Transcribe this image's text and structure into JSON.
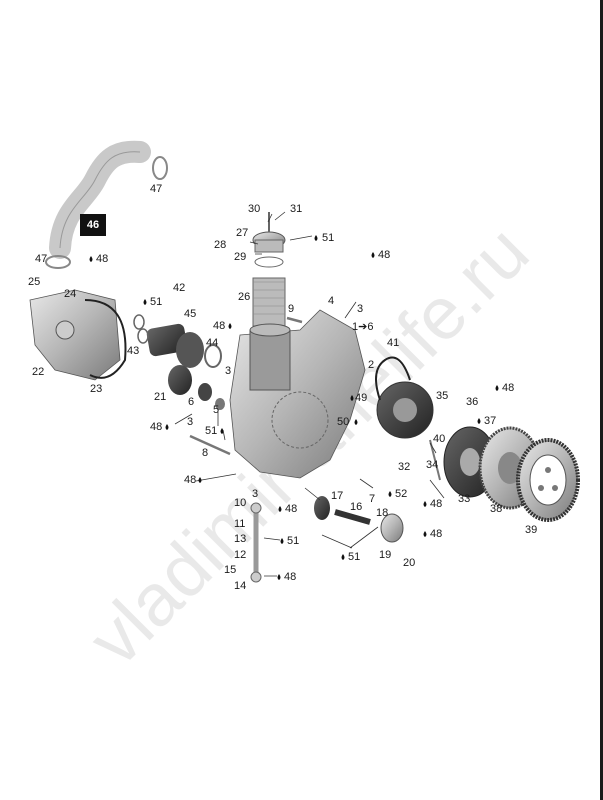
{
  "watermark": "vladimir-anelife.ru",
  "callout": "46",
  "labels": [
    {
      "id": "47a",
      "text": "47"
    },
    {
      "id": "47b",
      "text": "47"
    },
    {
      "id": "25",
      "text": "25"
    },
    {
      "id": "24",
      "text": "24"
    },
    {
      "id": "48a",
      "text": "48"
    },
    {
      "id": "22",
      "text": "22"
    },
    {
      "id": "23",
      "text": "23"
    },
    {
      "id": "43",
      "text": "43"
    },
    {
      "id": "51a",
      "text": "51"
    },
    {
      "id": "42",
      "text": "42"
    },
    {
      "id": "45",
      "text": "45"
    },
    {
      "id": "44",
      "text": "44"
    },
    {
      "id": "48b",
      "text": "48"
    },
    {
      "id": "3a",
      "text": "3"
    },
    {
      "id": "21",
      "text": "21"
    },
    {
      "id": "6",
      "text": "6"
    },
    {
      "id": "5",
      "text": "5"
    },
    {
      "id": "48c",
      "text": "48"
    },
    {
      "id": "3b",
      "text": "3"
    },
    {
      "id": "51b",
      "text": "51"
    },
    {
      "id": "8",
      "text": "8"
    },
    {
      "id": "48d",
      "text": "48"
    },
    {
      "id": "30",
      "text": "30"
    },
    {
      "id": "31",
      "text": "31"
    },
    {
      "id": "27",
      "text": "27"
    },
    {
      "id": "28",
      "text": "28"
    },
    {
      "id": "29",
      "text": "29"
    },
    {
      "id": "51c",
      "text": "51"
    },
    {
      "id": "26",
      "text": "26"
    },
    {
      "id": "9",
      "text": "9"
    },
    {
      "id": "48e",
      "text": "48"
    },
    {
      "id": "4",
      "text": "4"
    },
    {
      "id": "3c",
      "text": "3"
    },
    {
      "id": "1to6",
      "text": "1➔6"
    },
    {
      "id": "41",
      "text": "41"
    },
    {
      "id": "2",
      "text": "2"
    },
    {
      "id": "49",
      "text": "49"
    },
    {
      "id": "50",
      "text": "50"
    },
    {
      "id": "35",
      "text": "35"
    },
    {
      "id": "48f",
      "text": "48"
    },
    {
      "id": "36",
      "text": "36"
    },
    {
      "id": "37",
      "text": "37"
    },
    {
      "id": "40",
      "text": "40"
    },
    {
      "id": "32",
      "text": "32"
    },
    {
      "id": "34",
      "text": "34"
    },
    {
      "id": "33",
      "text": "33"
    },
    {
      "id": "38",
      "text": "38"
    },
    {
      "id": "39",
      "text": "39"
    },
    {
      "id": "48g",
      "text": "48"
    },
    {
      "id": "10",
      "text": "10"
    },
    {
      "id": "3d",
      "text": "3"
    },
    {
      "id": "48h",
      "text": "48"
    },
    {
      "id": "17",
      "text": "17"
    },
    {
      "id": "7",
      "text": "7"
    },
    {
      "id": "52",
      "text": "52"
    },
    {
      "id": "16",
      "text": "16"
    },
    {
      "id": "18",
      "text": "18"
    },
    {
      "id": "11",
      "text": "11"
    },
    {
      "id": "13",
      "text": "13"
    },
    {
      "id": "51d",
      "text": "51"
    },
    {
      "id": "12",
      "text": "12"
    },
    {
      "id": "15",
      "text": "15"
    },
    {
      "id": "14",
      "text": "14"
    },
    {
      "id": "48i",
      "text": "48"
    },
    {
      "id": "51e",
      "text": "51"
    },
    {
      "id": "19",
      "text": "19"
    },
    {
      "id": "48j",
      "text": "48"
    },
    {
      "id": "20",
      "text": "20"
    }
  ]
}
